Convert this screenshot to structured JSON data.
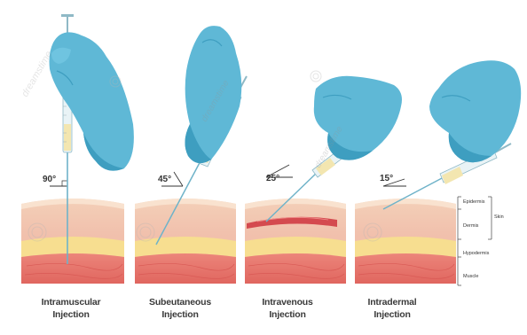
{
  "panels": [
    {
      "angle": "90°",
      "name_line1": "Intramuscular",
      "name_line2": "Injection"
    },
    {
      "angle": "45°",
      "name_line1": "Subeutaneous",
      "name_line2": "Injection"
    },
    {
      "angle": "25°",
      "name_line1": "Intravenous",
      "name_line2": "Injection"
    },
    {
      "angle": "15°",
      "name_line1": "Intradermal",
      "name_line2": "Injection"
    }
  ],
  "layers": {
    "epidermis": "Epidermis",
    "dermis": "Dermis",
    "skin": "Skin",
    "hypodermis": "Hypodermis",
    "muscle": "Muscle"
  },
  "watermark": "dreamstime",
  "colors": {
    "glove": "#5fb8d6",
    "glove_shadow": "#3e9ec0",
    "epidermis": "#f3cfb3",
    "dermis": "#f2c2ae",
    "hypodermis": "#f7de90",
    "muscle": "#e8776f",
    "vein": "#d44a4f"
  }
}
